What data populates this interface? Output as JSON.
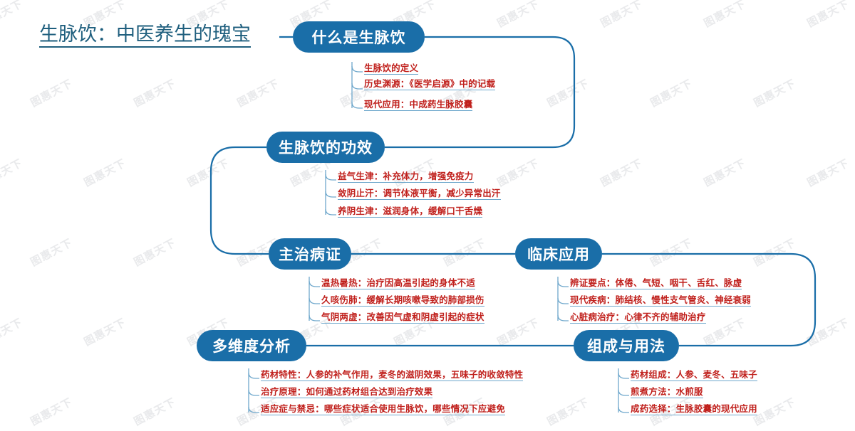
{
  "root": {
    "title": "生脉饮：中医养生的瑰宝"
  },
  "watermark": {
    "text": "图惠天下"
  },
  "colors": {
    "node_fill": "#1a6ea8",
    "node_text": "#ffffff",
    "leaf_text": "#c0201c",
    "connector": "#1a6ea8",
    "leaf_underline": "#6fa8cc",
    "root_title": "#1f5f7e",
    "background": "#ffffff",
    "watermark": "#e9eaec"
  },
  "branches": [
    {
      "id": "what-is",
      "label": "什么是生脉饮",
      "children": [
        "生脉饮的定义",
        "历史渊源：《医学启源》中的记载",
        "现代应用：中成药生脉胶囊"
      ]
    },
    {
      "id": "effects",
      "label": "生脉饮的功效",
      "children": [
        "益气生津：补充体力，增强免疫力",
        "敛阴止汗：调节体液平衡，减少异常出汗",
        "养阴生津：滋润身体，缓解口干舌燥"
      ]
    },
    {
      "id": "indications",
      "label": "主治病证",
      "children": [
        "温热暑热：治疗因高温引起的身体不适",
        "久咳伤肺：缓解长期咳嗽导致的肺部损伤",
        "气阴两虚：改善因气虚和阴虚引起的症状"
      ]
    },
    {
      "id": "clinical",
      "label": "临床应用",
      "children": [
        "辨证要点：体倦、气短、咽干、舌红、脉虚",
        "现代疾病：肺结核、慢性支气管炎、神经衰弱",
        "心脏病治疗：心律不齐的辅助治疗"
      ]
    },
    {
      "id": "multidim",
      "label": "多维度分析",
      "children": [
        "药材特性：人参的补气作用，麦冬的滋阴效果，五味子的收敛特性",
        "治疗原理：如何通过药材组合达到治疗效果",
        "适应症与禁忌：哪些症状适合使用生脉饮，哪些情况下应避免"
      ]
    },
    {
      "id": "composition",
      "label": "组成与用法",
      "children": [
        "药材组成：人参、麦冬、五味子",
        "煎煮方法：水煎服",
        "成药选择：生脉胶囊的现代应用"
      ]
    }
  ]
}
